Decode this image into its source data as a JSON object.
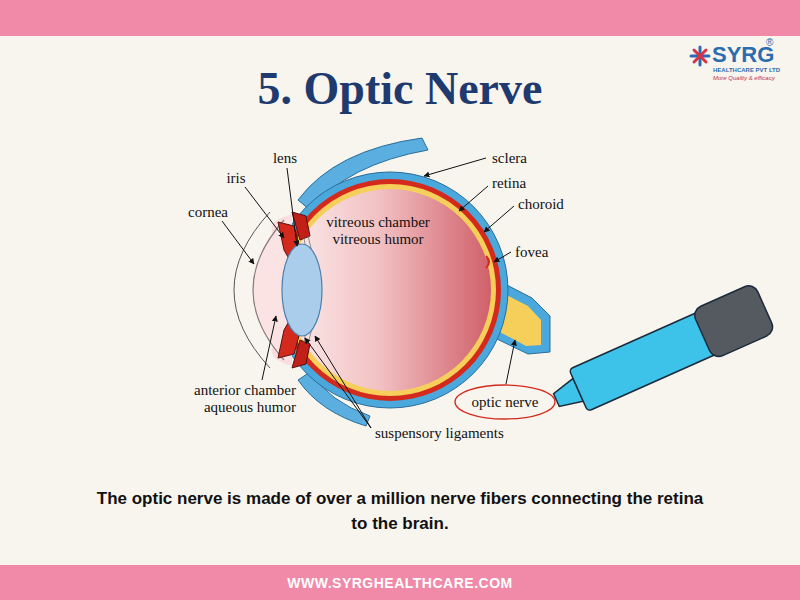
{
  "diagram": {
    "title": "5. Optic Nerve",
    "caption": "The optic nerve is made of over a million nerve fibers connecting the retina to the brain.",
    "nodes": [
      {
        "text": [
          "WWW.SYRGHEALTHCARE.COM"
        ]
      }
    ],
    "labels": [
      "lens",
      "iris",
      "cornea",
      "vitreous chamber",
      "vitreous humor",
      "sclera",
      "retina",
      "choroid",
      "fovea",
      "optic nerve",
      "anterior chamber",
      "aqueous humor",
      "suspensory ligaments",
      "SYRG",
      "®",
      "HEALTHCARE PVT LTD",
      "More Quality & efficacy"
    ]
  }
}
